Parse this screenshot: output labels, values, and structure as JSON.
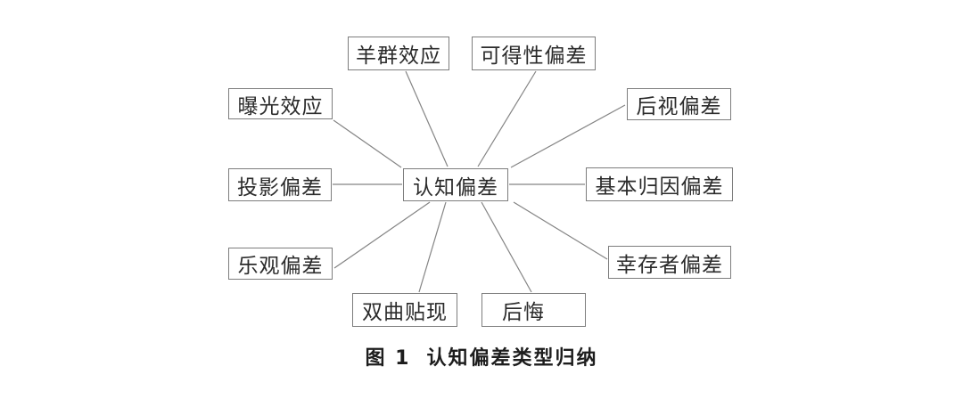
{
  "figure": {
    "center": {
      "label": "认知偏差"
    },
    "nodes": [
      {
        "id": "herd",
        "label": "羊群效应"
      },
      {
        "id": "availability",
        "label": "可得性偏差"
      },
      {
        "id": "exposure",
        "label": "曝光效应"
      },
      {
        "id": "hindsight",
        "label": "后视偏差"
      },
      {
        "id": "projection",
        "label": "投影偏差"
      },
      {
        "id": "attribution",
        "label": "基本归因偏差"
      },
      {
        "id": "optimism",
        "label": "乐观偏差"
      },
      {
        "id": "survivorship",
        "label": "幸存者偏差"
      },
      {
        "id": "hyperbolic",
        "label": "双曲贴现"
      },
      {
        "id": "regret",
        "label": "后悔"
      }
    ],
    "caption": {
      "prefix": "图 1",
      "title": "认知偏差类型归纳"
    },
    "colors": {
      "line": "#848484",
      "border": "#7d7d7d",
      "text": "#2b2b2b",
      "background": "#ffffff"
    }
  }
}
